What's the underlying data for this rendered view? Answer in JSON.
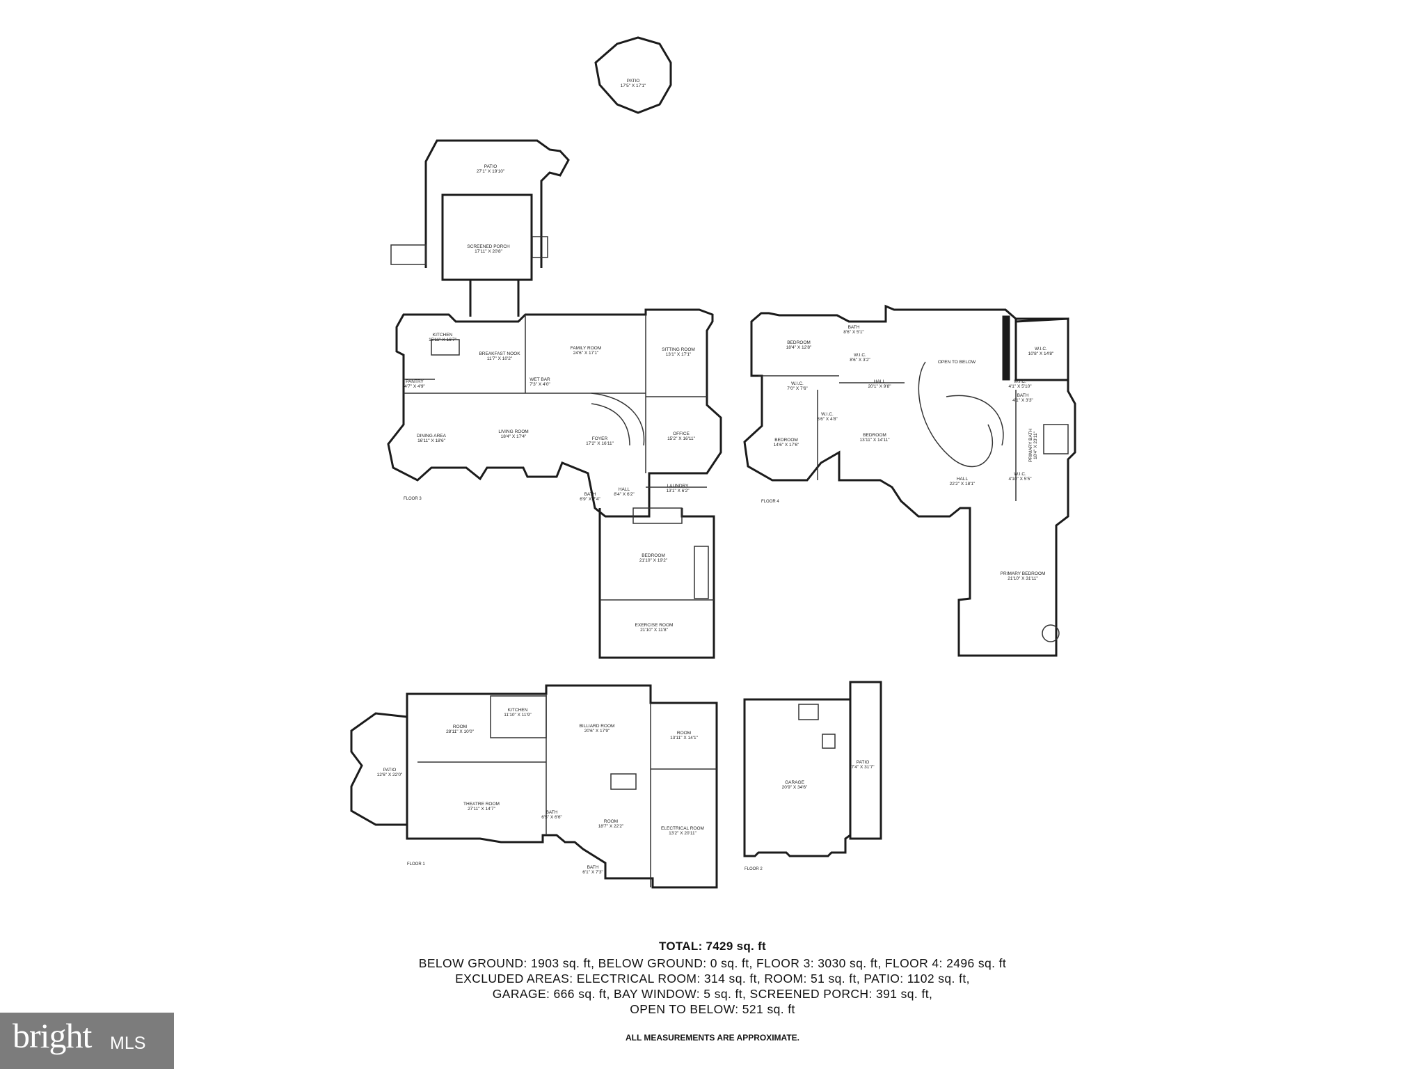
{
  "rooms": {
    "patio_octagon": {
      "name": "PATIO",
      "dim": "17'5\" X 17'1\""
    },
    "patio_top": {
      "name": "PATIO",
      "dim": "27'1\" X 19'10\""
    },
    "screened_porch": {
      "name": "SCREENED PORCH",
      "dim": "17'11\" X 20'8\""
    },
    "kitchen_main": {
      "name": "KITCHEN",
      "dim": "15'11\" X 16'7\""
    },
    "breakfast_nook": {
      "name": "BREAKFAST NOOK",
      "dim": "11'7\" X 10'2\""
    },
    "family_room": {
      "name": "FAMILY ROOM",
      "dim": "24'6\" X 17'1\""
    },
    "sitting_room": {
      "name": "SITTING ROOM",
      "dim": "13'1\" X 17'1\""
    },
    "pantry": {
      "name": "PANTRY",
      "dim": "4'7\" X 4'9\""
    },
    "wet_bar": {
      "name": "WET BAR",
      "dim": "7'3\" X 4'0\""
    },
    "dining_area": {
      "name": "DINING AREA",
      "dim": "16'11\" X 18'6\""
    },
    "living_room": {
      "name": "LIVING ROOM",
      "dim": "18'4\" X 17'4\""
    },
    "foyer": {
      "name": "FOYER",
      "dim": "17'2\" X 16'11\""
    },
    "office": {
      "name": "OFFICE",
      "dim": "15'2\" X 16'11\""
    },
    "bath_main": {
      "name": "BATH",
      "dim": "6'9\" X 7'4\""
    },
    "hall_main": {
      "name": "HALL",
      "dim": "8'4\" X 6'2\""
    },
    "laundry": {
      "name": "LAUNDRY",
      "dim": "13'1\" X 6'2\""
    },
    "bedroom_lower": {
      "name": "BEDROOM",
      "dim": "21'10\" X 19'2\""
    },
    "exercise_room": {
      "name": "EXERCISE ROOM",
      "dim": "21'10\" X 11'8\""
    },
    "bedroom_ul": {
      "name": "BEDROOM",
      "dim": "18'4\" X 12'8\""
    },
    "bath_up1": {
      "name": "BATH",
      "dim": "8'6\" X 5'1\""
    },
    "wic_up1": {
      "name": "W.I.C.",
      "dim": "8'6\" X 3'2\""
    },
    "open_to_below": {
      "name": "OPEN TO BELOW",
      "dim": ""
    },
    "wic_primary": {
      "name": "W.I.C.",
      "dim": "10'8\" X 14'8\""
    },
    "wic_up2": {
      "name": "W.I.C.",
      "dim": "7'0\" X 7'6\""
    },
    "hall_up1": {
      "name": "HALL",
      "dim": "20'1\" X 9'8\""
    },
    "wic_up3": {
      "name": "W.I.C.",
      "dim": "4'1\" X 5'10\""
    },
    "bath_up2": {
      "name": "BATH",
      "dim": "4'1\" X 3'3\""
    },
    "wic_up4": {
      "name": "W.I.C.",
      "dim": "6'6\" X 4'8\""
    },
    "bedroom_ml": {
      "name": "BEDROOM",
      "dim": "14'6\" X 17'6\""
    },
    "bedroom_mid": {
      "name": "BEDROOM",
      "dim": "13'11\" X 14'11\""
    },
    "primary_bath": {
      "name": "PRIMARY BATH",
      "dim": "18'4\" X 23'11\""
    },
    "hall_up2": {
      "name": "HALL",
      "dim": "22'2\" X 18'1\""
    },
    "wic_up5": {
      "name": "W.I.C.",
      "dim": "4'10\" X 5'5\""
    },
    "primary_bedroom": {
      "name": "PRIMARY BEDROOM",
      "dim": "21'10\" X 31'11\""
    },
    "rec_room": {
      "name": "ROOM",
      "dim": "28'11\" X 10'0\""
    },
    "kitchen_lower": {
      "name": "KITCHEN",
      "dim": "11'10\" X 11'9\""
    },
    "billiard_room": {
      "name": "BILLIARD ROOM",
      "dim": "20'6\" X 17'9\""
    },
    "room_small": {
      "name": "ROOM",
      "dim": "13'11\" X 14'1\""
    },
    "patio_lower": {
      "name": "PATIO",
      "dim": "12'6\" X 22'0\""
    },
    "theatre_room": {
      "name": "THEATRE ROOM",
      "dim": "27'11\" X 14'7\""
    },
    "bath_lower1": {
      "name": "BATH",
      "dim": "6'5\" X 6'6\""
    },
    "room_lower": {
      "name": "ROOM",
      "dim": "18'7\" X 22'2\""
    },
    "electrical_room": {
      "name": "ELECTRICAL ROOM",
      "dim": "13'2\" X 20'11\""
    },
    "bath_lower2": {
      "name": "BATH",
      "dim": "6'1\" X 7'3\""
    },
    "garage": {
      "name": "GARAGE",
      "dim": "20'9\" X 34'6\""
    },
    "patio_garage": {
      "name": "PATIO",
      "dim": "7'4\" X 31'7\""
    }
  },
  "floor_labels": {
    "floor3": "FLOOR 3",
    "floor4": "FLOOR 4",
    "floor1": "FLOOR 1",
    "floor2": "FLOOR 2"
  },
  "summary": {
    "total": "TOTAL: 7429 sq. ft",
    "line1": "BELOW GROUND: 1903 sq. ft, BELOW GROUND: 0 sq. ft, FLOOR 3: 3030 sq. ft, FLOOR 4: 2496 sq. ft",
    "line2": "EXCLUDED AREAS: ELECTRICAL ROOM: 314 sq. ft, ROOM: 51 sq. ft, PATIO: 1102 sq. ft,",
    "line3": "GARAGE: 666 sq. ft, BAY WINDOW: 5 sq. ft, SCREENED PORCH: 391 sq. ft,",
    "line4": "OPEN TO BELOW: 521 sq. ft",
    "note": "ALL MEASUREMENTS ARE APPROXIMATE."
  },
  "logo": {
    "brand": "bright",
    "suffix": "MLS"
  }
}
